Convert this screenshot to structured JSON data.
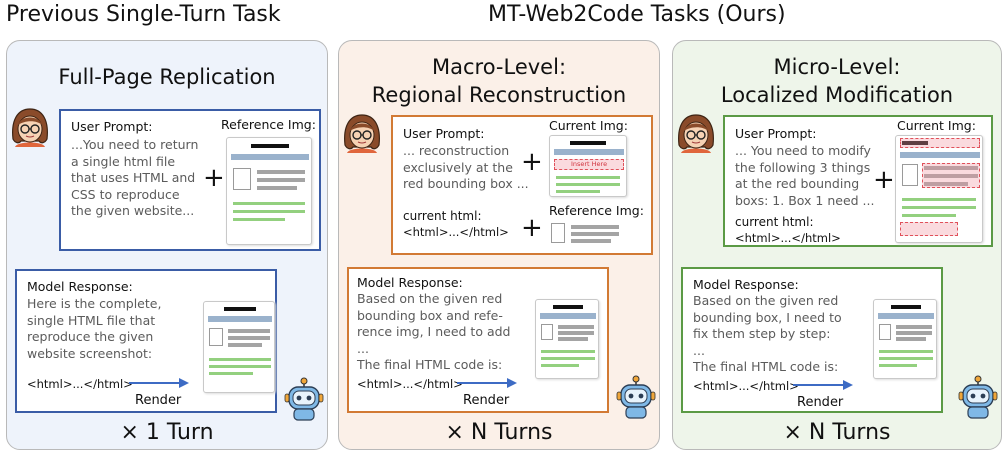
{
  "headers": {
    "left": "Previous Single-Turn Task",
    "right": "MT-Web2Code Tasks (Ours)"
  },
  "colors": {
    "panel1_bg": "#eef3fb",
    "panel2_bg": "#fbf0e8",
    "panel3_bg": "#eef5ea",
    "blue_border": "#3a5ca6",
    "orange_border": "#d27a34",
    "green_border": "#5b9a45",
    "arrow": "#3d6bc4",
    "red_box": "#e0505a"
  },
  "panels": [
    {
      "title_lines": [
        "Full-Page Replication"
      ],
      "prompt": {
        "label": "User Prompt:",
        "lines": [
          "...You need to return",
          "a single html file",
          "that uses HTML and",
          "CSS to reproduce",
          "the given website..."
        ],
        "image_label": "Reference Img:"
      },
      "response": {
        "label": "Model Response:",
        "lines": [
          "Here is the complete,",
          "single HTML file that",
          "reproduce the given",
          "website screenshot:"
        ],
        "code": "<html>...</html>",
        "render": "Render"
      },
      "turns": "× 1 Turn"
    },
    {
      "title_lines": [
        "Macro-Level:",
        "Regional Reconstruction"
      ],
      "prompt": {
        "label": "User Prompt:",
        "lines": [
          "... reconstruction",
          "exclusively at the",
          "red bounding box ..."
        ],
        "code_label": "current html:",
        "code": "<html>...</html>",
        "image_label": "Current Img:",
        "image_label_2": "Reference Img:",
        "insert_text": "Insert Here"
      },
      "response": {
        "label": "Model Response:",
        "lines": [
          "Based on the given red",
          "bounding box and refe-",
          "rence img, I need to add",
          "..."
        ],
        "final": "The final HTML code is:",
        "code": "<html>...</html>",
        "render": "Render"
      },
      "turns": "× N Turns"
    },
    {
      "title_lines": [
        "Micro-Level:",
        "Localized Modification"
      ],
      "prompt": {
        "label": "User Prompt:",
        "lines": [
          "... You need to modify",
          "the following 3 things",
          "at the red bounding",
          "boxs: 1. Box 1 need ..."
        ],
        "code_label": "current html:",
        "code": "<html>...</html>",
        "image_label": "Current Img:"
      },
      "response": {
        "label": "Model Response:",
        "lines": [
          "Based on the given red",
          "bounding box, I need to",
          "fix them step by step:",
          "..."
        ],
        "final": "The final HTML code is:",
        "code": "<html>...</html>",
        "render": "Render"
      },
      "turns": "× N Turns"
    }
  ],
  "icons": [
    "user-avatar-icon",
    "robot-icon",
    "plus-icon",
    "arrow-right-icon",
    "webpage-mockup-icon"
  ]
}
